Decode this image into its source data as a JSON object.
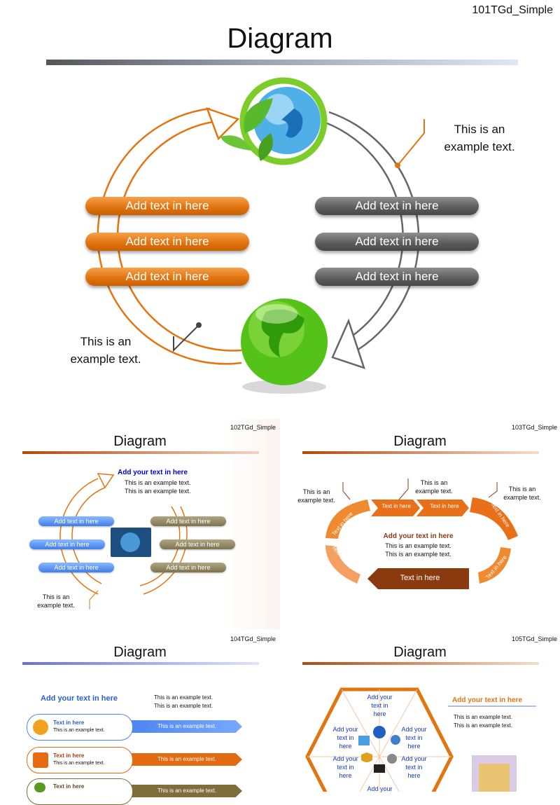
{
  "s101": {
    "code": "101TGd_Simple",
    "title": "Diagram",
    "left_items": [
      "Add text in here",
      "Add text in here",
      "Add text in here"
    ],
    "right_items": [
      "Add text in here",
      "Add text in here",
      "Add text in here"
    ],
    "note_top_right": [
      "This is an",
      "example text."
    ],
    "note_bottom_left": [
      "This is an",
      "example text."
    ]
  },
  "s102": {
    "code": "102TGd_Simple",
    "title": "Diagram",
    "heading": "Add your text in here",
    "body": [
      "This is an example text.",
      "This is an example text."
    ],
    "left_items": [
      "Add text in here",
      "Add text in here",
      "Add text in here"
    ],
    "right_items": [
      "Add text in here",
      "Add text in here",
      "Add text in here"
    ],
    "note": [
      "This is an",
      "example text."
    ]
  },
  "s103": {
    "code": "103TGd_Simple",
    "title": "Diagram",
    "notes": [
      [
        "This is an",
        "example text."
      ],
      [
        "This is an",
        "example text."
      ],
      [
        "This is an",
        "example text."
      ]
    ],
    "arrows": [
      "Text in here",
      "Text in here",
      "Text in here",
      "Text in here",
      "Text in here",
      "Text in here",
      "Text in here"
    ],
    "center_heading": "Add your text in here",
    "center_body": [
      "This is an example text.",
      "This is an example text."
    ]
  },
  "s104": {
    "code": "104TGd_Simple",
    "title": "Diagram",
    "heading": "Add your text in here",
    "body": [
      "This is an example text.",
      "This is an example text."
    ],
    "rows": [
      {
        "label": "Text in here",
        "sub": "This is an example text.",
        "bar": "This is an example text."
      },
      {
        "label": "Text in here",
        "sub": "This is an example text.",
        "bar": "This is an example text."
      },
      {
        "label": "Text in here",
        "sub": "",
        "bar": "This is an example text."
      }
    ]
  },
  "s105": {
    "code": "105TGd_Simple",
    "title": "Diagram",
    "hex_items": [
      [
        "Add your",
        "text in",
        "here"
      ],
      [
        "Add your",
        "text in",
        "here"
      ],
      [
        "Add your",
        "text in",
        "here"
      ],
      [
        "Add your",
        "text in",
        "here"
      ],
      [
        "Add your",
        "text in",
        "here"
      ],
      [
        "Add your"
      ]
    ],
    "heading": "Add your text in here",
    "body": [
      "This is an example text.",
      "This is an example text."
    ]
  },
  "colors": {
    "orange": "#e27510",
    "gray": "#5f5f5f",
    "blue": "#0000cc",
    "brown": "#8b3a0f"
  }
}
